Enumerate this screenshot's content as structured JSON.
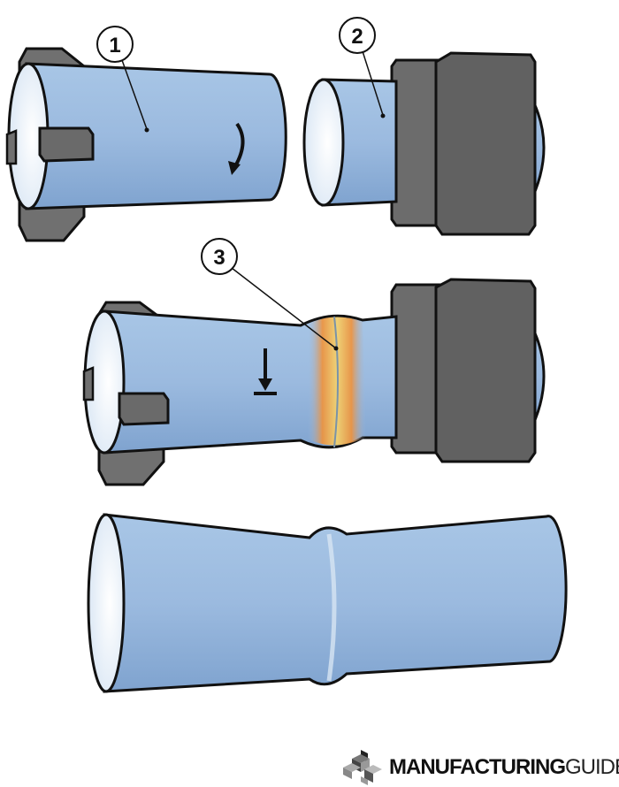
{
  "diagram": {
    "callouts": [
      {
        "number": "1"
      },
      {
        "number": "2"
      },
      {
        "number": "3"
      }
    ],
    "stages": [
      "rotating-part-and-stationary-part",
      "friction-and-forging-heat-zone",
      "finished-welded-part"
    ]
  },
  "colors": {
    "part_blue": "#9dbfe0",
    "part_blue_dark": "#6f97c4",
    "clamp_gray": "#6b6b6b",
    "heat_orange": "#f0923a",
    "heat_yellow": "#f7d46a"
  },
  "logo": {
    "bold": "MANUFACTURING",
    "light": "GUIDE"
  }
}
